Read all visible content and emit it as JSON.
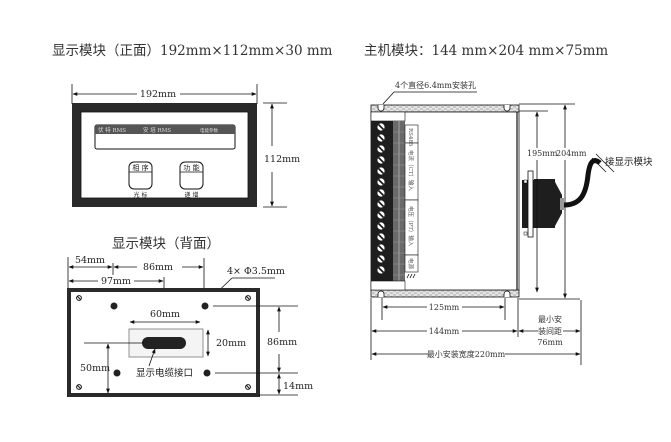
{
  "front_view": {
    "title": "显示模块（正面）192mm×112mm×30 mm",
    "width_label": "192mm",
    "height_label": "112mm",
    "display_bar": {
      "left_label": "伏 特  RMS",
      "mid_label": "安 培  RMS",
      "right_label": "电能参数"
    },
    "buttons": [
      {
        "top_label": "相 序",
        "bottom_label": "光 标"
      },
      {
        "top_label": "功 能",
        "bottom_label": "递 增"
      }
    ]
  },
  "back_view": {
    "title": "显示模块（背面）",
    "dim_54": "54mm",
    "dim_86_top": "86mm",
    "dim_97": "97mm",
    "hole_spec": "4× Φ3.5mm",
    "dim_60": "60mm",
    "dim_20": "20mm",
    "dim_50": "50mm",
    "dim_86_right": "86mm",
    "dim_14": "14mm",
    "cable_port_label": "显示电缆接口"
  },
  "main_module": {
    "title": "主机模块：144 mm×204 mm×75mm",
    "mount_hole_label": "4个直径6.4mm安装孔",
    "terminal_labels": [
      "RS485",
      "电流（CT）输入",
      "电压（PT）输入",
      "电源"
    ],
    "dim_195": "195mm",
    "dim_204": "204mm",
    "connect_label": "接显示模块",
    "dim_125": "125mm",
    "dim_144": "144mm",
    "min_spacing_label_1": "最小安",
    "min_spacing_label_2": "装间距",
    "min_spacing_value": "76mm",
    "min_width_label": "最小安装宽度220mm"
  }
}
